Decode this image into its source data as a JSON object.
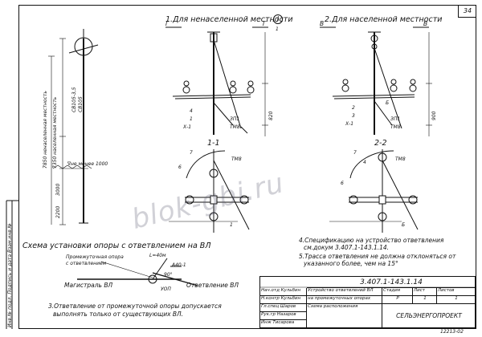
{
  "sheet_number": "34",
  "view1_title": "1.Для ненаселенной местности",
  "view2_title": "2.Для населенной местности",
  "view1_section_label": "1-1",
  "view2_section_label": "2-2",
  "support_diagram_caption": "Схема установки опоры с ответвлением на ВЛ",
  "dim_7850_label": "7850 ненаселенная местность",
  "dim_7350_label": "7350 населенная местность",
  "post_label_1": "СВ105-3,5",
  "post_label_2": "СВ105",
  "ground_label": "∇не менее 1000",
  "dim_2200": "2200",
  "dim_3000": "3000",
  "dim_820": "820",
  "dim_900": "900",
  "marks": {
    "i": "I",
    "i_num": "1",
    "g1": "Г",
    "g2": "Г",
    "b1": "В",
    "b2": "В",
    "c1": "4",
    "c2": "6",
    "c3": "4",
    "c4": "6",
    "h1": "Х-1",
    "h2": "Х-1",
    "zp1": "ЗП1",
    "zp2": "ЗП1",
    "tme1": "ТМ8",
    "tme2": "ТМ8",
    "tme3": "ТМ8",
    "tme4": "ТМ8",
    "m1": "1",
    "m2": "1",
    "m3": "2",
    "m4": "3",
    "m5": "7",
    "m6": "7",
    "m7": "Б",
    "m8": "Б"
  },
  "plan": {
    "intermediate_support": "Промежуточная опора",
    "with_branch": "с ответвлением",
    "length": "L=40м",
    "code": "А40-1",
    "angle": "90°",
    "pole_mark": "УОП",
    "main_line": "Магистраль ВЛ",
    "branch": "Ответвление ВЛ"
  },
  "notes": {
    "n3": "3.Ответвление от промежуточной опоры допускается",
    "n3b": "выполнять только от существующих ВЛ.",
    "n4": "4.Спецификацию на устройство ответвления",
    "n4b": "см.докум 3.407.1-143.1.14.",
    "n5": "5.Трасса ответвления не должна отклоняться от",
    "n5b": "указанного более, чем на 15°"
  },
  "title_block": {
    "doc_code": "3.407.1-143.1.14",
    "desc1": "Устройство ответвлений ВЛ",
    "desc2": "на промежуточных опорах",
    "desc3": "Схема расположения",
    "stage_h": "Стадия",
    "sheet_h": "Лист",
    "sheets_h": "Листов",
    "stage_v": "Р",
    "sheet_v": "1",
    "sheets_v": "1",
    "org": "СЕЛЬЭНЕРГОПРОЕКТ",
    "people": [
      "Нач.отд Кульбин",
      "Н.контр Кульбин",
      "Гл.спец Шаров",
      "Рук.гр Назаров",
      "Инж Тисарова"
    ]
  },
  "left_strip": "Инв.№ подл. Подпись и дата Взам.инв.№",
  "footer_code": "12213-02",
  "watermark": "blok-gbi.ru"
}
